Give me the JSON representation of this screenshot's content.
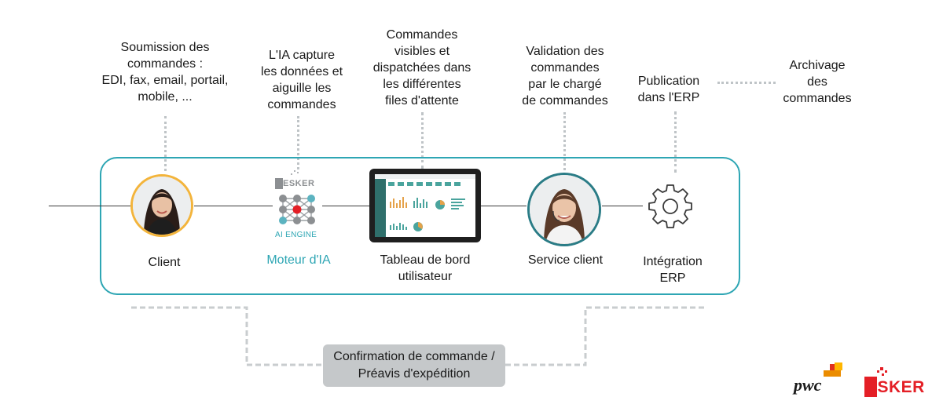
{
  "top_captions": {
    "submission": [
      "Soumission des",
      "commandes :",
      "EDI, fax, email, portail,",
      "mobile, ..."
    ],
    "ai_capture": [
      "L'IA capture",
      "les données et",
      "aiguille les",
      "commandes"
    ],
    "dashboard": [
      "Commandes",
      "visibles et",
      "dispatchées dans",
      "les différentes",
      "files d'attente"
    ],
    "validation": [
      "Validation des",
      "commandes",
      "par le chargé",
      "de commandes"
    ],
    "publication": [
      "Publication",
      "dans l'ERP"
    ],
    "archiving": [
      "Archivage",
      "des",
      "commandes"
    ]
  },
  "nodes": {
    "client": [
      "Client"
    ],
    "ai_engine": [
      "Moteur d'IA"
    ],
    "dashboard": [
      "Tableau de bord",
      "utilisateur"
    ],
    "service": [
      "Service client"
    ],
    "erp": [
      "Intégration",
      "ERP"
    ]
  },
  "ai_logo": {
    "brand": "ESKER",
    "engine": "AI ENGINE"
  },
  "confirmation": [
    "Confirmation de commande /",
    "Préavis d'expédition"
  ],
  "logos": {
    "pwc": "pwc",
    "esker": "ESKER"
  },
  "colors": {
    "teal": "#2ea6b4",
    "orange_ring": "#f3b43b",
    "dotted": "#bfc4c7",
    "confirm_bg": "#c5c8ca",
    "esker_red": "#e41f26"
  }
}
